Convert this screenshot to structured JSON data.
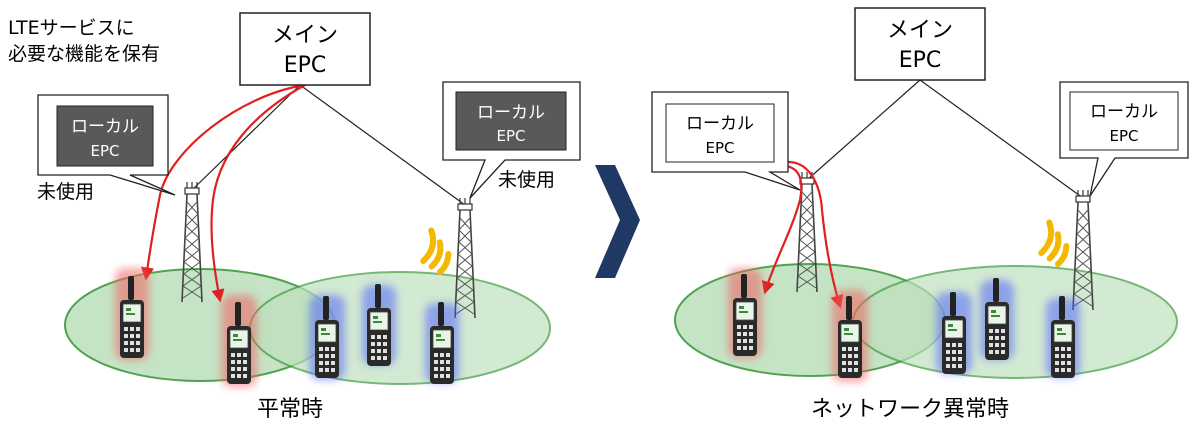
{
  "note": {
    "line1": "LTEサービスに",
    "line2": "必要な機能を保有"
  },
  "left_panel": {
    "main_epc": {
      "line1": "メイン",
      "line2": "EPC"
    },
    "local_epc_left": {
      "line1": "ローカル",
      "line2": "EPC"
    },
    "local_epc_right": {
      "line1": "ローカル",
      "line2": "EPC"
    },
    "unused_left": "未使用",
    "unused_right": "未使用",
    "caption": "平常時"
  },
  "right_panel": {
    "main_epc": {
      "line1": "メイン",
      "line2": "EPC"
    },
    "local_epc_left": {
      "line1": "ローカル",
      "line2": "EPC"
    },
    "local_epc_right": {
      "line1": "ローカル",
      "line2": "EPC"
    },
    "caption": "ネットワーク異常時"
  },
  "colors": {
    "coverage_fill": "#bfe0bf",
    "coverage_stroke": "#3c9a3c",
    "active_path": "#e02020",
    "local_epc_dark": "#595959",
    "arrow": "#1f3864",
    "signal": "#f5b800"
  },
  "icons": [
    "cell-tower-icon",
    "radio-handset-icon",
    "wireless-signal-icon",
    "chevron-right-icon"
  ]
}
